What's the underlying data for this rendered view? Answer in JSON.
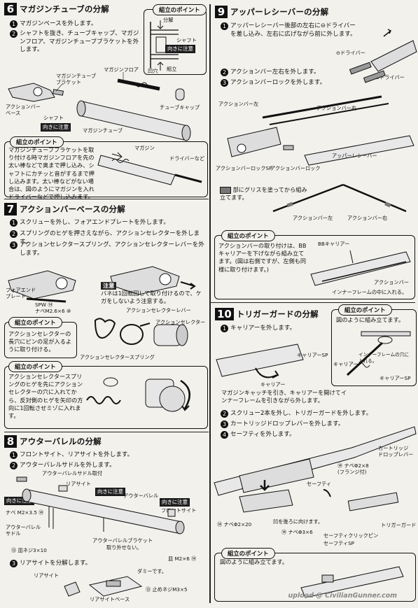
{
  "s6": {
    "num": "6",
    "title": "マガジンチューブの分解",
    "steps": [
      "マガジンベースを外します。",
      "シャフトを抜き、チューブキャップ、マガジンフロア、マガジンチューブブラケットを外します。"
    ],
    "labels": {
      "bracket": "マガジンチューブ\nブラケット",
      "floor": "マガジンフロア",
      "base": "アクションバー\nベース",
      "shaft": "シャフト",
      "orient": "向きに注意",
      "tube": "マガジンチューブ",
      "cap": "チューブキャップ"
    },
    "point": {
      "title": "組立のポイント",
      "parts": [
        "分解",
        "シャフト",
        "向きに注意",
        "凹穴",
        "組立"
      ]
    },
    "point2": {
      "title": "組立のポイント",
      "text": "マガジンチューブブラケットを取り付ける時マガジンフロアを先の太い棒などで奥まで押し込み、シャフトにカチッと音がするまで押し込みます。太い棒などがない場合は、図のようにマガジンを入れドライバーなどで押し込みます。",
      "labels": [
        "マガジン",
        "ドライバーなど"
      ]
    }
  },
  "s7": {
    "num": "7",
    "title": "アクションバーベースの分解",
    "steps": [
      "スクリューを外し、フォアエンドプレートを外します。",
      "スプリングのヒゲを押さえながら、アクションセレクターを外します。",
      "アクションセレクタースプリング、アクションセレクターレバーを外します。"
    ],
    "labels": {
      "plate": "フォアエンド\nプレート",
      "screw": "SPW ⑭\nナベM2.6×6 ⑩",
      "lever": "アクションセレクターレバー",
      "selector": "アクションセレクター",
      "spring": "アクションセレクタースプリング"
    },
    "caution": {
      "title": "注意",
      "text": "バネは1回転回して取り付けるので、ケガをしないよう注意する。"
    },
    "point": {
      "title": "組立のポイント",
      "text": "アクションセレクターの長穴にピンの足が入るように取り付ける。"
    },
    "point2": {
      "title": "組立のポイント",
      "text": "アクションセレクタースプリングのヒゲを先にアクションセレクターの穴に入れてから、反対側のヒゲを矢印の方向に1回転させミゾに入れます。"
    }
  },
  "s8": {
    "num": "8",
    "title": "アウターバレルの分解",
    "steps": [
      "フロントサイト、リアサイトを外します。",
      "アウターバレルサドルを外します。",
      "リアサイトを分解します。"
    ],
    "labels": {
      "saddle_bracket": "アウターバレルサドル取付",
      "orient": "向きに注意",
      "rear": "リアサイト",
      "barrel": "アウターバレル",
      "front": "フロントサイト",
      "screw1": "ナベ M2×3.5 ⑭",
      "saddle": "アウターバレル\nサドル",
      "screw2": "⑬ 皿ネジ3×10",
      "bracket": "アウターバレルブラケット",
      "note": "取り外せない。",
      "screw3": "皿 M2×6 ⑭",
      "rear2": "リアサイト",
      "dummy": "ダミーです。",
      "base": "リアサイトベース",
      "screw4": "⑬ 止めネジM3×5"
    }
  },
  "s9": {
    "num": "9",
    "title": "アッパーレシーバーの分解",
    "steps": [
      "アッパーレシーバー後部の左右に⊖ドライバーを差し込み、左右に広げながら前に外します。",
      "アクションバー左右を外します。",
      "アクションバーロックを外します。"
    ],
    "labels": {
      "driver1": "⊖ドライバー",
      "driver2": "⊖ドライバー",
      "left": "アクションバー左",
      "right": "アクションバー右",
      "receiver": "アッパーレシーバー",
      "lock_sp": "アクションバーロックSP",
      "lock": "アクションバーロック",
      "bar_left": "アクションバー左",
      "bar_right": "アクションバー右"
    },
    "grease": "部にグリスを塗ってから組み立てます。",
    "point": {
      "title": "組立のポイント",
      "text": "アクションバーの取り付けは、BBキャリアーを下げながら組み立てます。(図は右側ですが、左側も同様に取り付けます。)",
      "labels": [
        "BBキャリアー",
        "アクションバー",
        "インナーフレームの中に入れる。"
      ]
    }
  },
  "s10": {
    "num": "10",
    "title": "トリガーガードの分解",
    "steps": [
      "キャリアーを外します。",
      "スクリュー2本を外し、トリガーガードを外します。",
      "カートリッジドロップレバーを外します。",
      "セーフティを外します。"
    ],
    "magtext": "マガジンキャッチを引き、キャリアーを開けてインナーフレームを引きながら外します。",
    "labels": {
      "carrier_sp": "キャリアーSP",
      "carrier": "キャリアー",
      "drop": "カートリッジ\nドロップレバー",
      "screw1": "⑭ ナベΦ2×8\n(フランジ付)",
      "safety": "セーフティ",
      "screw2": "⑭ ナベΦ2×20",
      "orient": "凹を後ろに向けます。",
      "screw3": "⑭ ナベΦ3×6",
      "click": "セーフティクリックピン",
      "safety_sp": "セーフティSP",
      "guard": "トリガーガード"
    },
    "point": {
      "title": "組立のポイント",
      "text": "図のように組み立てます。",
      "labels": [
        "インナーフレームの穴に入れる。",
        "キャリアー",
        "キャリアーSP"
      ]
    },
    "point2": {
      "title": "組立のポイント",
      "text": "図のように組み立てます。"
    }
  },
  "watermark": "upload @ CivilianGunner.com"
}
